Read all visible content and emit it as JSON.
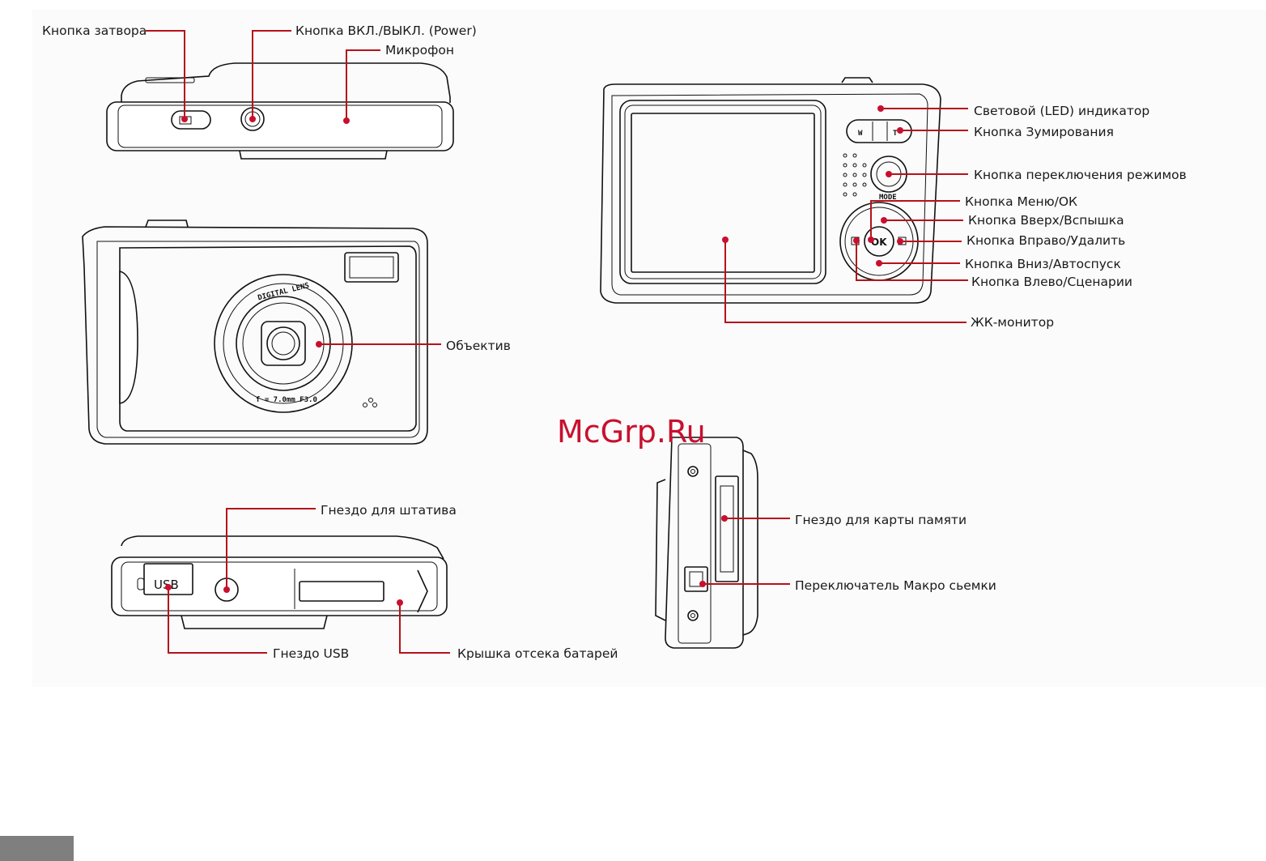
{
  "watermark": "McGrp.Ru",
  "camera_markings": {
    "lens_ring": "DIGITAL LENS",
    "lens_spec": "f = 7.0mm F3.0",
    "mode": "MODE",
    "ok": "OK",
    "zoom_w": "W",
    "zoom_t": "T",
    "usb": "USB"
  },
  "labels": {
    "shutter": "Кнопка затвора",
    "power": "Кнопка ВКЛ./ВЫКЛ. (Power)",
    "mic": "Микрофон",
    "lens": "Объектив",
    "led": "Световой (LED) индикатор",
    "zoom": "Кнопка Зумирования",
    "mode": "Кнопка переключения режимов",
    "menu_ok": "Кнопка Меню/ОК",
    "up_flash": "Кнопка Вверх/Вспышка",
    "right_delete": "Кнопка Вправо/Удалить",
    "down_timer": "Кнопка Вниз/Автоспуск",
    "left_scenes": "Кнопка Влево/Сценарии",
    "lcd": "ЖК-монитор",
    "tripod": "Гнездо для штатива",
    "usb": "Гнездо USB",
    "battery": "Крышка отсека батарей",
    "card": "Гнездо для карты памяти",
    "macro": "Переключатель Макро сьемки"
  },
  "colors": {
    "accent": "#c8102e",
    "line": "#b5121b",
    "text": "#1a1a1a",
    "corner_tab": "#7f7f7f"
  }
}
